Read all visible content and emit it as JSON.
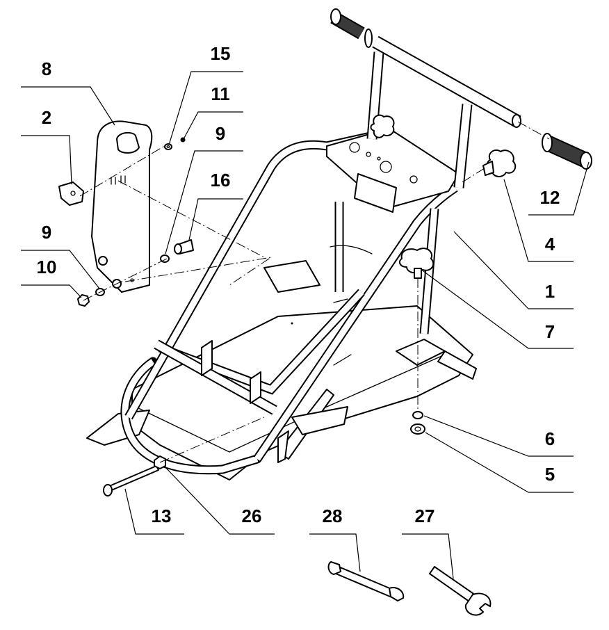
{
  "diagram": {
    "callouts": [
      {
        "id": "c8",
        "label": "8"
      },
      {
        "id": "c2",
        "label": "2"
      },
      {
        "id": "c15",
        "label": "15"
      },
      {
        "id": "c11",
        "label": "11"
      },
      {
        "id": "c9a",
        "label": "9"
      },
      {
        "id": "c16",
        "label": "16"
      },
      {
        "id": "c9b",
        "label": "9"
      },
      {
        "id": "c10",
        "label": "10"
      },
      {
        "id": "c12",
        "label": "12"
      },
      {
        "id": "c4",
        "label": "4"
      },
      {
        "id": "c1",
        "label": "1"
      },
      {
        "id": "c7",
        "label": "7"
      },
      {
        "id": "c6",
        "label": "6"
      },
      {
        "id": "c5",
        "label": "5"
      },
      {
        "id": "c13",
        "label": "13"
      },
      {
        "id": "c26",
        "label": "26"
      },
      {
        "id": "c28",
        "label": "28"
      },
      {
        "id": "c27",
        "label": "27"
      }
    ]
  }
}
